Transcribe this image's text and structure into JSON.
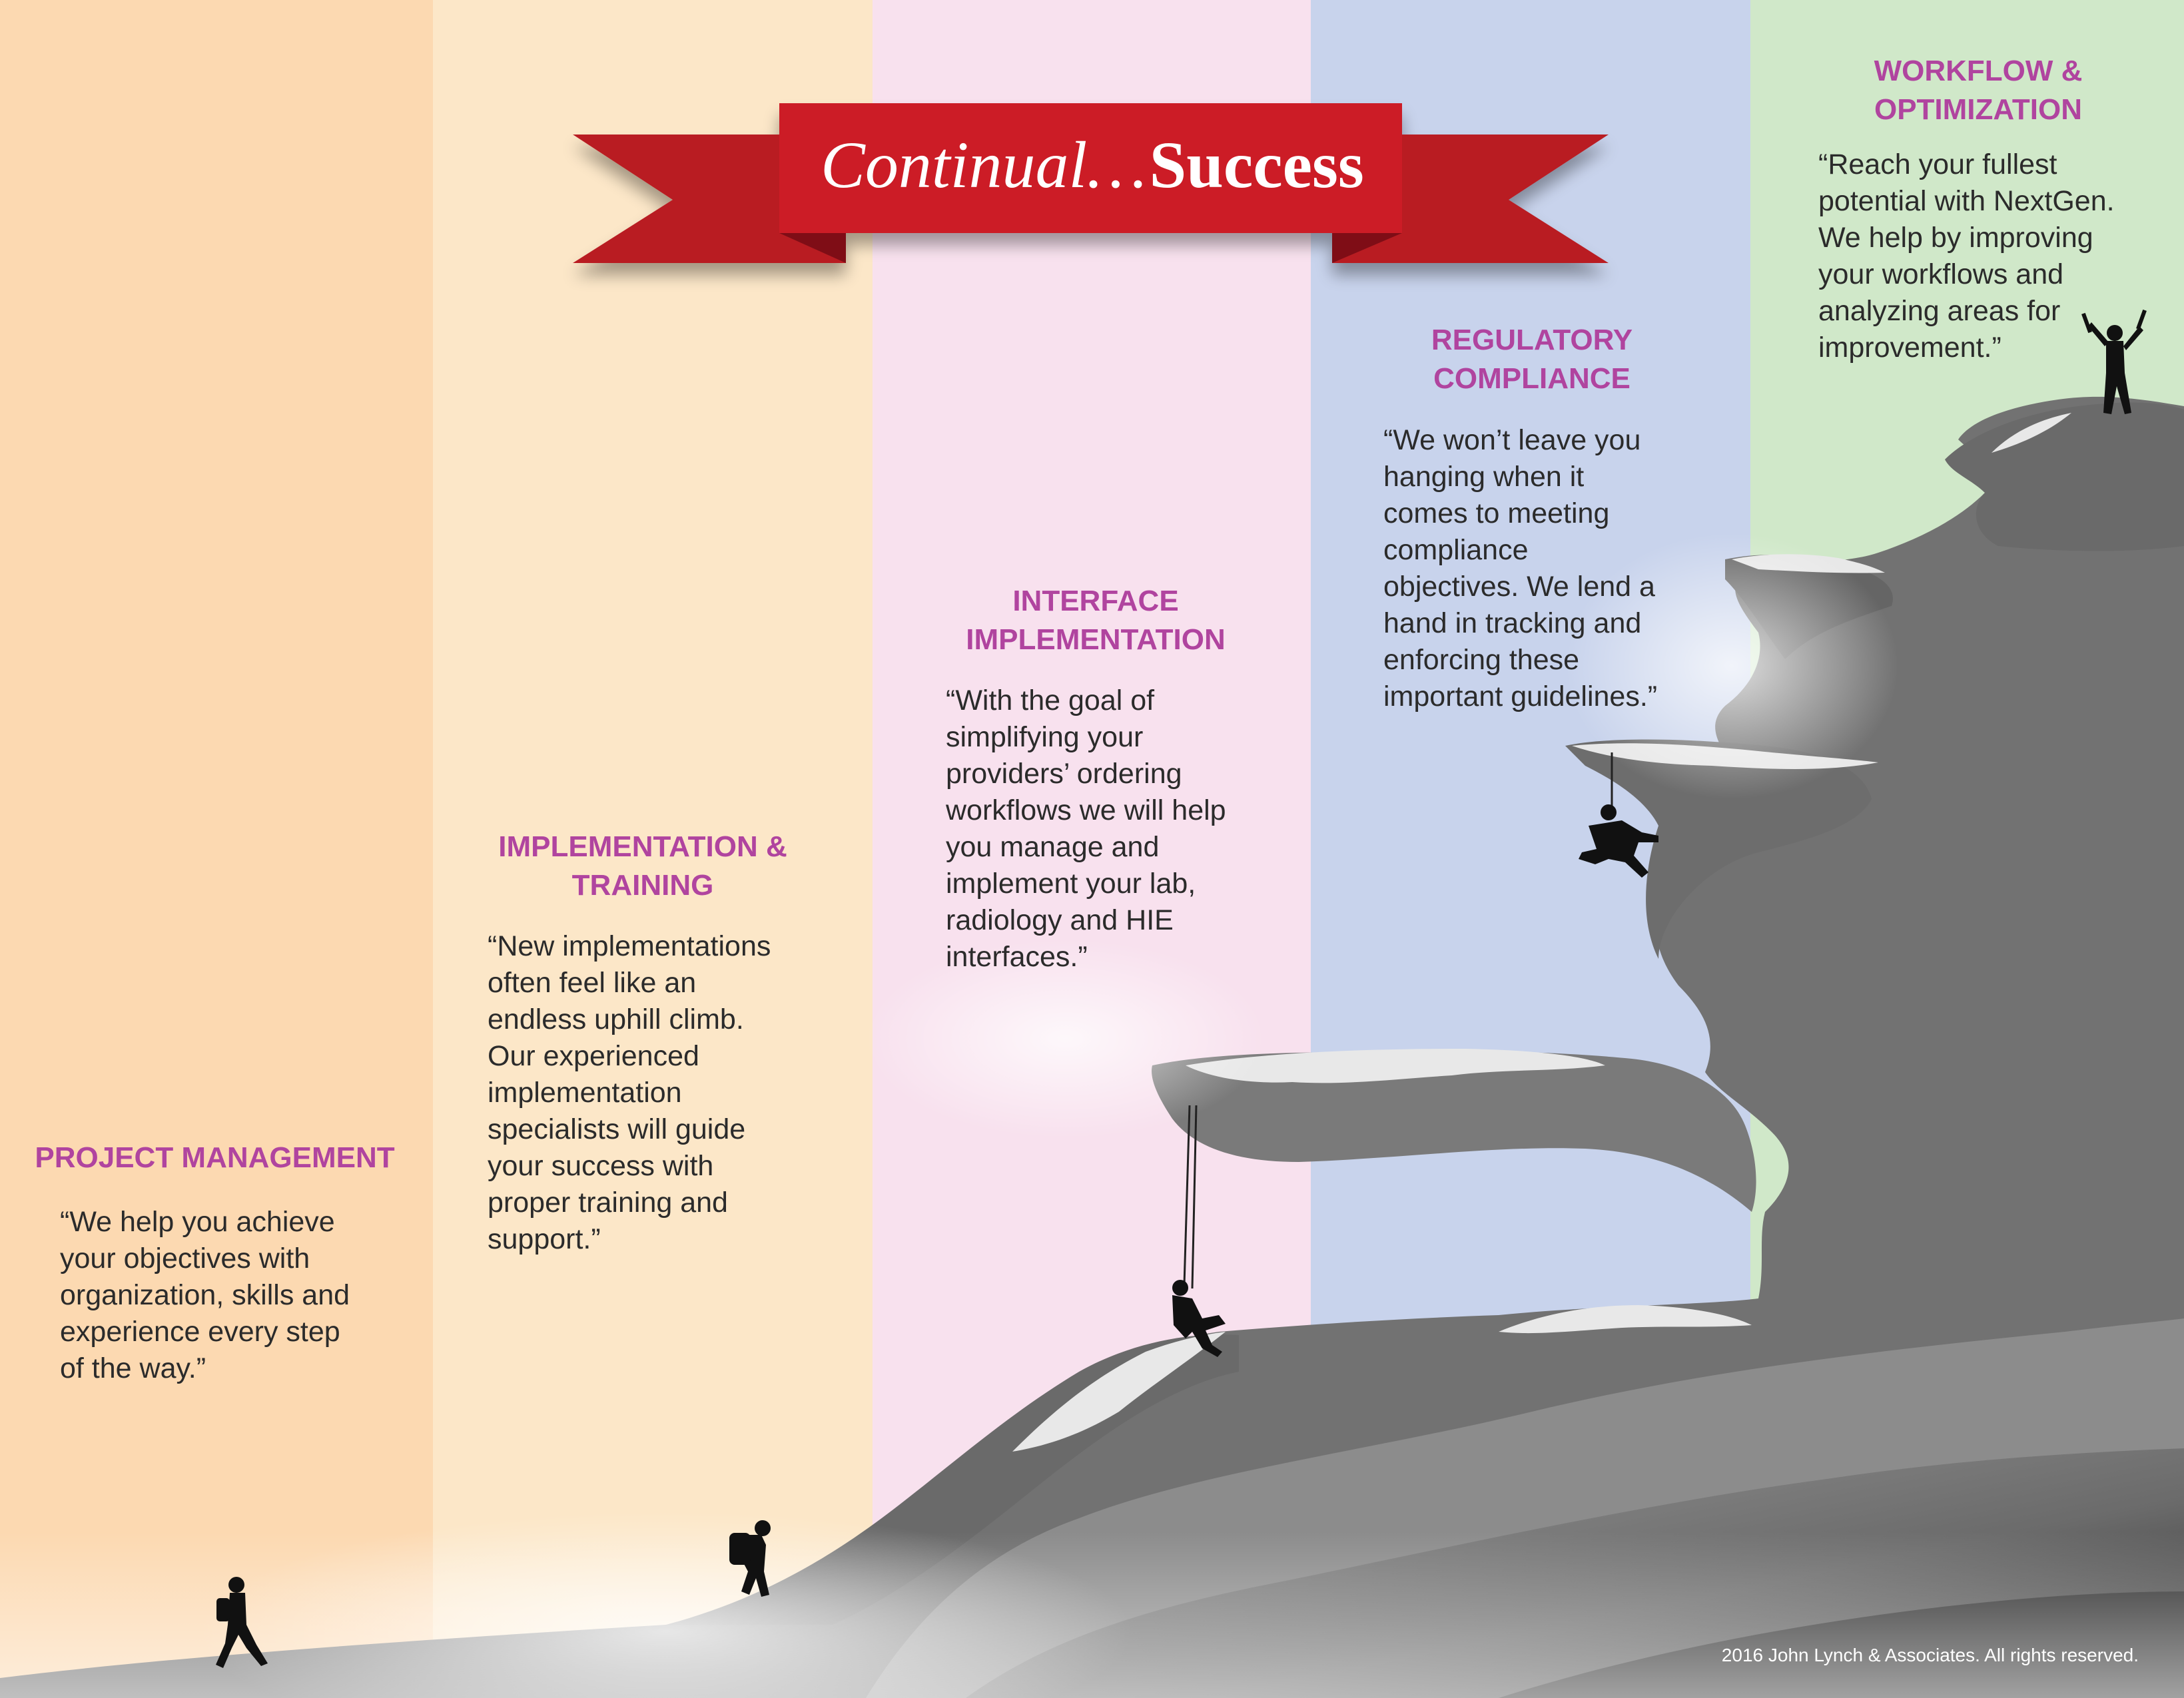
{
  "banner": {
    "part1": "Continual…",
    "part2": "Success"
  },
  "stages": [
    {
      "heading_lines": [
        "PROJECT MANAGEMENT"
      ],
      "quote_lines": [
        "“We help you achieve",
        "your objectives with",
        "organization, skills and",
        "experience every step",
        "of the way.”"
      ]
    },
    {
      "heading_lines": [
        "IMPLEMENTATION &",
        "TRAINING"
      ],
      "quote_lines": [
        "“New implementations",
        "often feel like an",
        "endless uphill climb.",
        "Our experienced",
        "implementation",
        "specialists will guide",
        "your success with",
        "proper training and",
        "support.”"
      ]
    },
    {
      "heading_lines": [
        "INTERFACE",
        "IMPLEMENTATION"
      ],
      "quote_lines": [
        "“With the goal of",
        "simplifying your",
        "providers’ ordering",
        "workflows we will help",
        "you manage and",
        "implement your lab,",
        "radiology and HIE",
        "interfaces.”"
      ]
    },
    {
      "heading_lines": [
        "REGULATORY",
        "COMPLIANCE"
      ],
      "quote_lines": [
        "“We won’t leave you",
        "hanging when it",
        "comes to meeting",
        "compliance",
        "objectives. We lend a",
        "hand in tracking and",
        "enforcing these",
        "important guidelines.”"
      ]
    },
    {
      "heading_lines": [
        "WORKFLOW &",
        "OPTIMIZATION"
      ],
      "quote_lines": [
        "“Reach your fullest",
        "potential with NextGen.",
        "We help by improving",
        "your workflows and",
        "analyzing areas for",
        "improvement.”"
      ]
    }
  ],
  "footer": {
    "copyright": "2016 John Lynch & Associates. All rights reserved."
  },
  "colors": {
    "heading": "#b0449f",
    "banner_red": "#cc1f27",
    "rock": "#6e6e6e",
    "band_1": "#fcd9b1",
    "band_2": "#fce7c8",
    "band_3": "#f8e1ee",
    "band_4": "#c8d3ec",
    "band_5": "#d0e8c9"
  },
  "icons": [
    "walking-hiker-icon",
    "backpacker-icon",
    "rappelling-climber-icon",
    "hanging-climber-icon",
    "summit-climber-icon"
  ]
}
